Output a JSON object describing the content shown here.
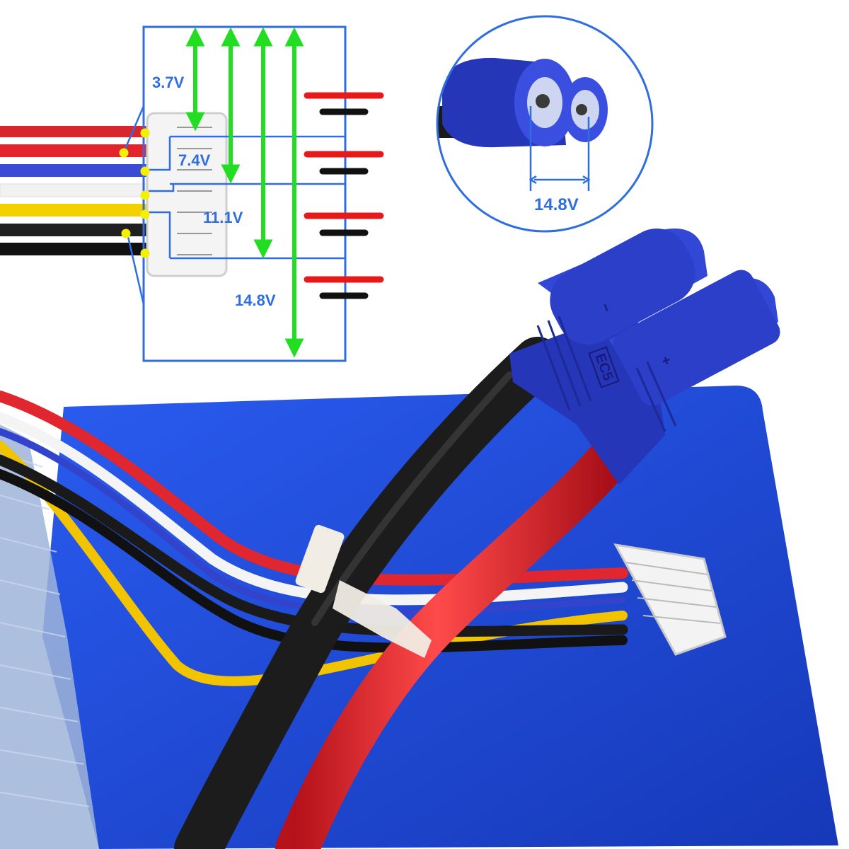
{
  "diagram": {
    "balance_labels": {
      "v1": "3.7V",
      "v2": "7.4V",
      "v3": "11.1V",
      "v4": "14.8V"
    },
    "plug_label": "14.8V",
    "connector_text": {
      "model": "EC5",
      "negative": "−",
      "positive": "+"
    },
    "colors": {
      "diagram_blue": "#2f6ee0",
      "measure_green": "#22dd22",
      "cell_positive": "#e31b1b",
      "cell_negative": "#111111",
      "pin_marker": "#f5f000",
      "battery_body": "#1f4fd8",
      "connector_blue": "#2b3fc9"
    }
  }
}
